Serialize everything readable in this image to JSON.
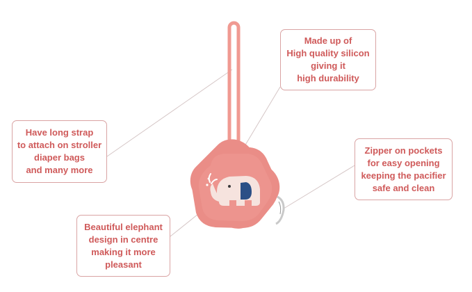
{
  "callouts": {
    "material": {
      "lines": [
        "Made up of",
        "High quality silicon",
        "giving it",
        "high durability"
      ]
    },
    "strap": {
      "lines": [
        "Have long strap",
        "to attach on stroller",
        "diaper bags",
        "and many more"
      ]
    },
    "zipper": {
      "lines": [
        "Zipper on pockets",
        "for easy opening",
        "keeping the pacifier",
        "safe and clean"
      ]
    },
    "elephant": {
      "lines": [
        "Beautiful elephant",
        "design in centre",
        "making it more",
        "pleasant"
      ]
    }
  },
  "colors": {
    "text": "#cf5a5a",
    "border": "#d9a3a3",
    "case_pink": "#ea8d87",
    "strap_pink": "#f09a92",
    "elephant_body": "#f6e3de",
    "elephant_ear": "#2b4f86"
  }
}
